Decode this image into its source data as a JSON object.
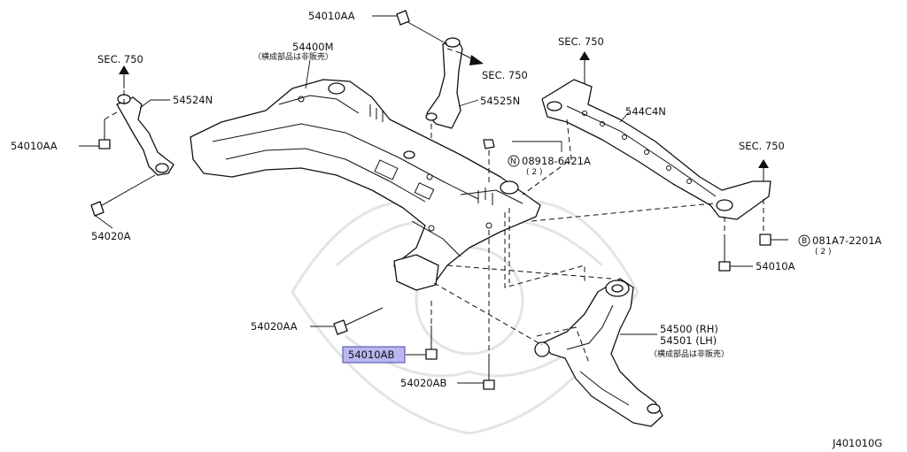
{
  "diagram": {
    "code": "J401010G",
    "labels": {
      "sec750_left": "SEC. 750",
      "sec750_top_right": "SEC. 750",
      "sec750_mid_right": "SEC. 750",
      "sec750_arrow_center": "SEC. 750",
      "p54010AA_top": "54010AA",
      "p54400M": "54400M",
      "p54400M_note": "（横成部品は非販売）",
      "p54524N": "54524N",
      "p54525N": "54525N",
      "p544C4N": "544C4N",
      "p54010AA_left": "54010AA",
      "p08918_prefix": "N",
      "p08918": "08918-6421A",
      "p08918_qty": "( 2 )",
      "p54020A": "54020A",
      "p081A7_prefix": "B",
      "p081A7": "081A7-2201A",
      "p081A7_qty": "( 2 )",
      "p54010A": "54010A",
      "p54020AA": "54020AA",
      "p54500": "54500 (RH)",
      "p54501": "54501 (LH)",
      "p54500_note": "（横成部品は非販売）",
      "p54010AB": "54010AB",
      "p54020AB": "54020AB"
    },
    "highlighted_part": "54010AB",
    "highlight_color": "#b9b6f0"
  }
}
